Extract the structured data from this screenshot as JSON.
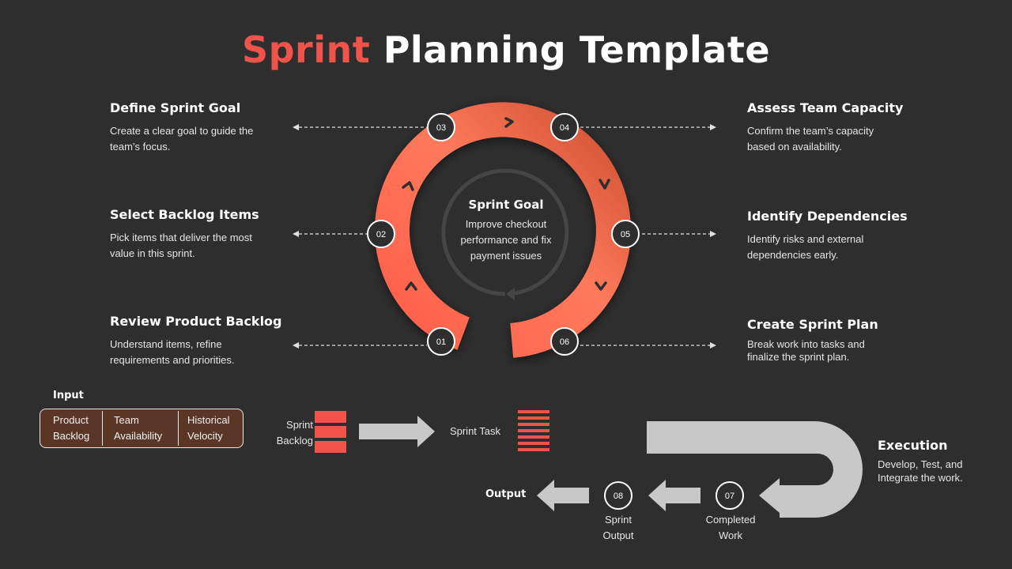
{
  "title": {
    "accent": "Sprint",
    "rest": "Planning Template"
  },
  "steps": [
    {
      "num": "01",
      "heading": "Review Product Backlog",
      "text": "Understand items, refine requirements and priorities."
    },
    {
      "num": "02",
      "heading": "Select Backlog Items",
      "text": "Pick items that deliver the most value in this sprint."
    },
    {
      "num": "03",
      "heading": "Define Sprint Goal",
      "text": "Create a clear goal to guide the team’s focus."
    },
    {
      "num": "04",
      "heading": "Assess Team Capacity",
      "text": "Confirm the team’s capacity based on availability."
    },
    {
      "num": "05",
      "heading": "Identify Dependencies",
      "text": "Identify risks and external dependencies early."
    },
    {
      "num": "06",
      "heading": "Create Sprint Plan",
      "text": "Break work into tasks and finalize the sprint plan."
    }
  ],
  "sprint_goal": {
    "heading": "Sprint Goal",
    "text": "Improve checkout performance and fix payment issues"
  },
  "input": {
    "label": "Input",
    "items": [
      [
        "Product",
        "Backlog"
      ],
      [
        "Team",
        "Availability"
      ],
      [
        "Historical",
        "Velocity"
      ]
    ]
  },
  "flow": {
    "sprint_backlog": [
      "Sprint",
      "Backlog"
    ],
    "sprint_task": "Sprint Task",
    "execution": {
      "heading": "Execution",
      "text": "Develop, Test, and Integrate the work."
    },
    "step07": {
      "num": "07",
      "label": [
        "Completed",
        "Work"
      ]
    },
    "step08": {
      "num": "08",
      "label": [
        "Sprint",
        "Output"
      ]
    },
    "output": "Output"
  },
  "colors": {
    "accent": "#f0534a",
    "ring_start": "#ff6b52",
    "ring_end": "#c94a2c",
    "arrow_gray": "#c8c8c8",
    "input_fill": "#5b3526"
  }
}
